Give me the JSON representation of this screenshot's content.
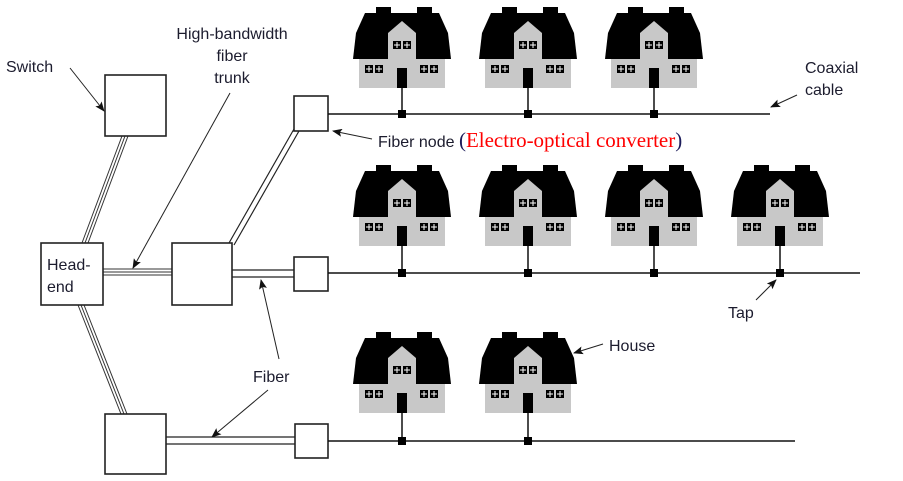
{
  "title": "Hybrid fiber-coax cable network",
  "labels": {
    "switch": "Switch",
    "trunk_line1": "High-bandwidth",
    "trunk_line2": "fiber",
    "trunk_line3": "trunk",
    "coax_line1": "Coaxial",
    "coax_line2": "cable",
    "fiber_node": "Fiber node ",
    "paren_open": "(",
    "converter": "Electro-optical converter",
    "paren_close": ")",
    "headend_line1": "Head-",
    "headend_line2": "end",
    "fiber": "Fiber",
    "tap": "Tap",
    "house": "House"
  },
  "colors": {
    "text": "#1c1c2e",
    "highlight": "#ff0000",
    "roof": "#000000",
    "wall": "#c8c8c8",
    "line": "#111111"
  },
  "rows": [
    {
      "name": "top",
      "houses": 3
    },
    {
      "name": "middle",
      "houses": 4
    },
    {
      "name": "bottom",
      "houses": 2
    }
  ]
}
